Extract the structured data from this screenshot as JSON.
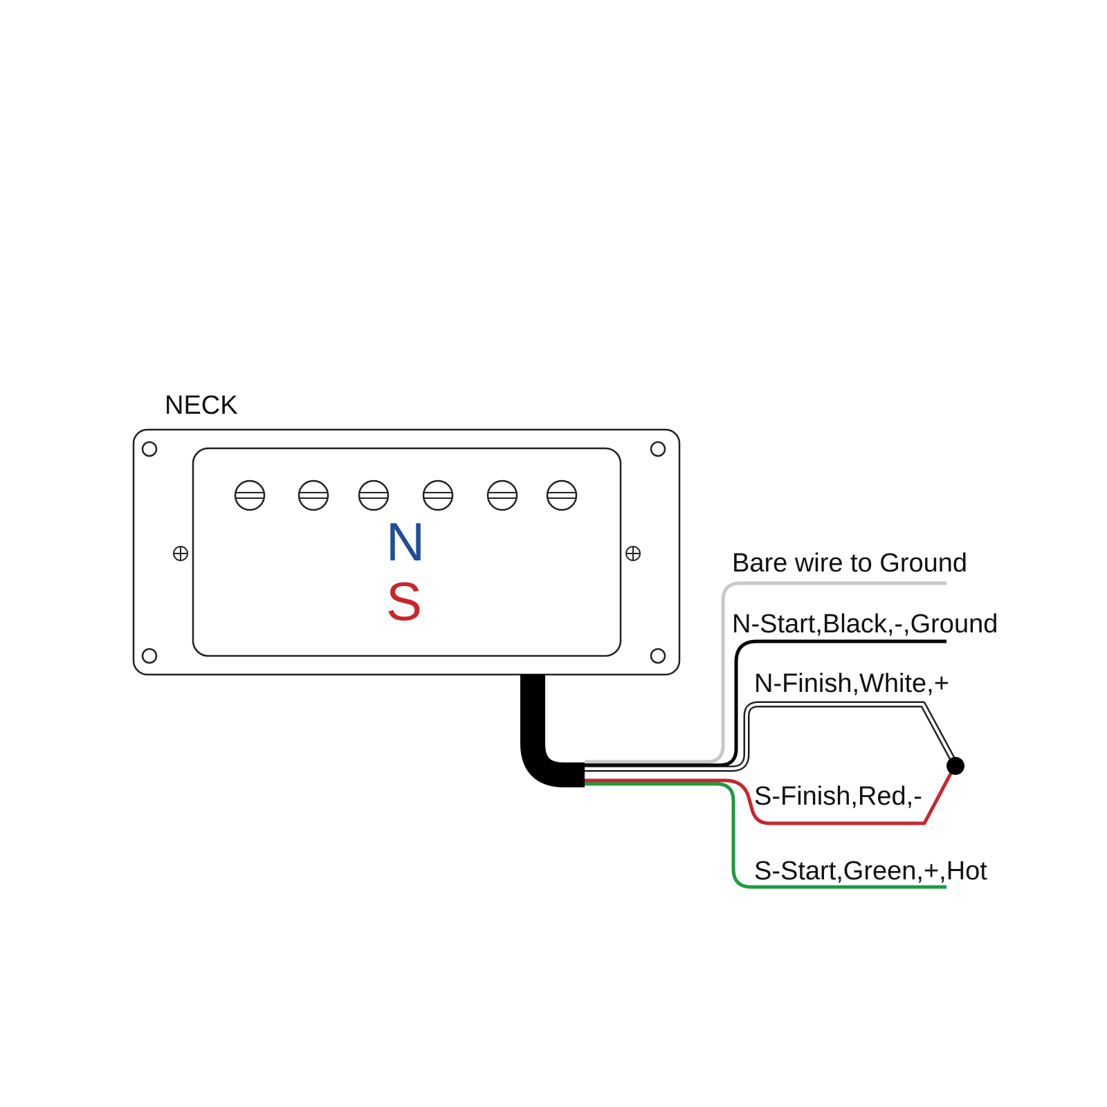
{
  "pickup": {
    "position_label": "NECK",
    "pole_north": "N",
    "pole_south": "S"
  },
  "wires": {
    "bare": "Bare wire to Ground",
    "n_start": "N-Start,Black,-,Ground",
    "n_finish": "N-Finish,White,+",
    "s_finish": "S-Finish,Red,-",
    "s_start": "S-Start,Green,+,Hot"
  },
  "colors": {
    "north": "#1f4e9a",
    "south": "#c8262c",
    "bare": "#c8c8c8",
    "black": "#000000",
    "white": "#ffffff",
    "red": "#c8262c",
    "green": "#1e9a3e",
    "outline": "#222222"
  }
}
